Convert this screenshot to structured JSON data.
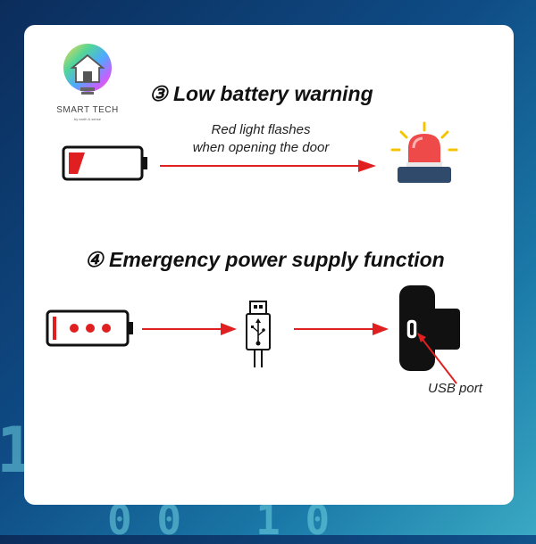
{
  "brand": {
    "name": "SMART TECH",
    "tagline": "by earth & sense"
  },
  "section3": {
    "heading": "③  Low battery warning",
    "caption_line1": "Red light flashes",
    "caption_line2": "when opening the door"
  },
  "section4": {
    "heading": "④  Emergency power supply function",
    "port_label": "USB port"
  },
  "colors": {
    "accent_red": "#e02020",
    "card_bg": "#ffffff",
    "siren_base": "#2f4a6b"
  },
  "icons": [
    "low-battery-icon",
    "siren-icon",
    "battery-dots-icon",
    "usb-plug-icon",
    "lock-device-icon"
  ]
}
